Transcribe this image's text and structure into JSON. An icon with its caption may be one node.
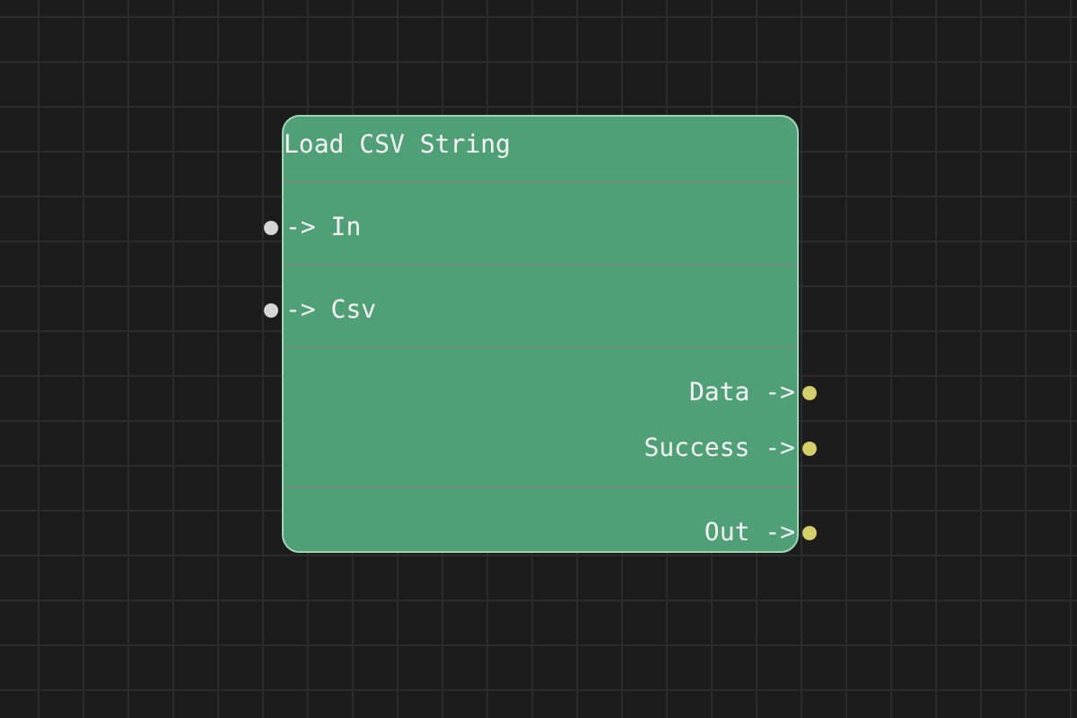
{
  "diagram": {
    "nodes": [
      {
        "text": [
          "Load CSV String",
          "-> In",
          "-> Csv",
          "Data ->",
          "Success ->",
          "Out ->"
        ]
      }
    ]
  }
}
